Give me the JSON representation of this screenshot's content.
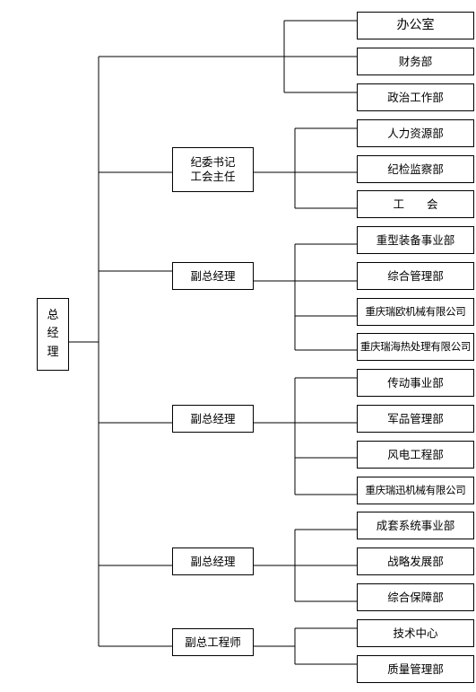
{
  "root": {
    "label_line1": "总",
    "label_line2": "经",
    "label_line3": "理"
  },
  "groups": [
    {
      "manager": null,
      "departments": [
        "办公室",
        "财务部",
        "政治工作部"
      ]
    },
    {
      "manager": {
        "line1": "纪委书记",
        "line2": "工会主任"
      },
      "departments": [
        "人力资源部",
        "纪检监察部",
        "工　　会"
      ]
    },
    {
      "manager": {
        "line1": "副总经理"
      },
      "departments": [
        "重型装备事业部",
        "综合管理部",
        "重庆瑞欧机械有限公司",
        "重庆瑞海热处理有限公司"
      ]
    },
    {
      "manager": {
        "line1": "副总经理"
      },
      "departments": [
        "传动事业部",
        "军品管理部",
        "风电工程部",
        "重庆瑞迅机械有限公司"
      ]
    },
    {
      "manager": {
        "line1": "副总经理"
      },
      "departments": [
        "成套系统事业部",
        "战略发展部",
        "综合保障部"
      ]
    },
    {
      "manager": {
        "line1": "副总工程师"
      },
      "departments": [
        "技术中心",
        "质量管理部"
      ]
    }
  ],
  "colors": {
    "line": "#000000",
    "box_border": "#000000",
    "background": "#ffffff"
  }
}
